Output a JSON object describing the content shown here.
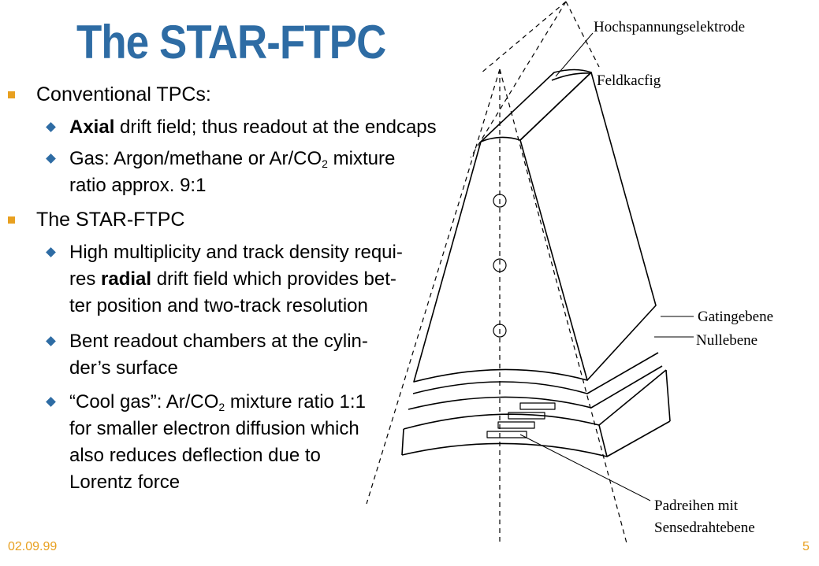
{
  "title": "The STAR-FTPC",
  "bullets": [
    {
      "text": "Conventional TPCs:",
      "subs": [
        {
          "strong": "Axial",
          "rest": " drift field; thus readout at the endcaps"
        },
        {
          "pre": "Gas: Argon/methane or Ar/CO",
          "sub": "2",
          "post": " mixture",
          "line2": "ratio approx. 9:1"
        }
      ]
    },
    {
      "text": "The STAR-FTPC",
      "subs": [
        {
          "line1": "High multiplicity and track density requi-",
          "line2_pre": "res ",
          "line2_strong": "radial",
          "line2_post": " drift field which provides bet-",
          "line3": "ter position and two-track resolution"
        },
        {
          "line1": "Bent readout chambers at the cylin-",
          "line2": "der’s surface"
        },
        {
          "pre": "“Cool gas”: Ar/CO",
          "sub": "2",
          "post": " mixture ratio 1:1",
          "line2": "for smaller electron diffusion which",
          "line3": "also reduces deflection due to",
          "line4": "Lorentz force"
        }
      ]
    }
  ],
  "diagram_labels": {
    "hv_electrode": "Hochspannungselektrode",
    "field_cage": "Feldkacfig",
    "gating_plane": "Gatingebene",
    "zero_plane": "Nullebene",
    "pad_rows_line1": "Padreihen mit",
    "pad_rows_line2": "Sensedrahtebene"
  },
  "footer": {
    "date": "02.09.99",
    "page": "5"
  },
  "colors": {
    "title": "#2e6ca4",
    "bullet_l1": "#e8a020",
    "bullet_l2": "#2e6ca4",
    "footer": "#e8a020"
  }
}
